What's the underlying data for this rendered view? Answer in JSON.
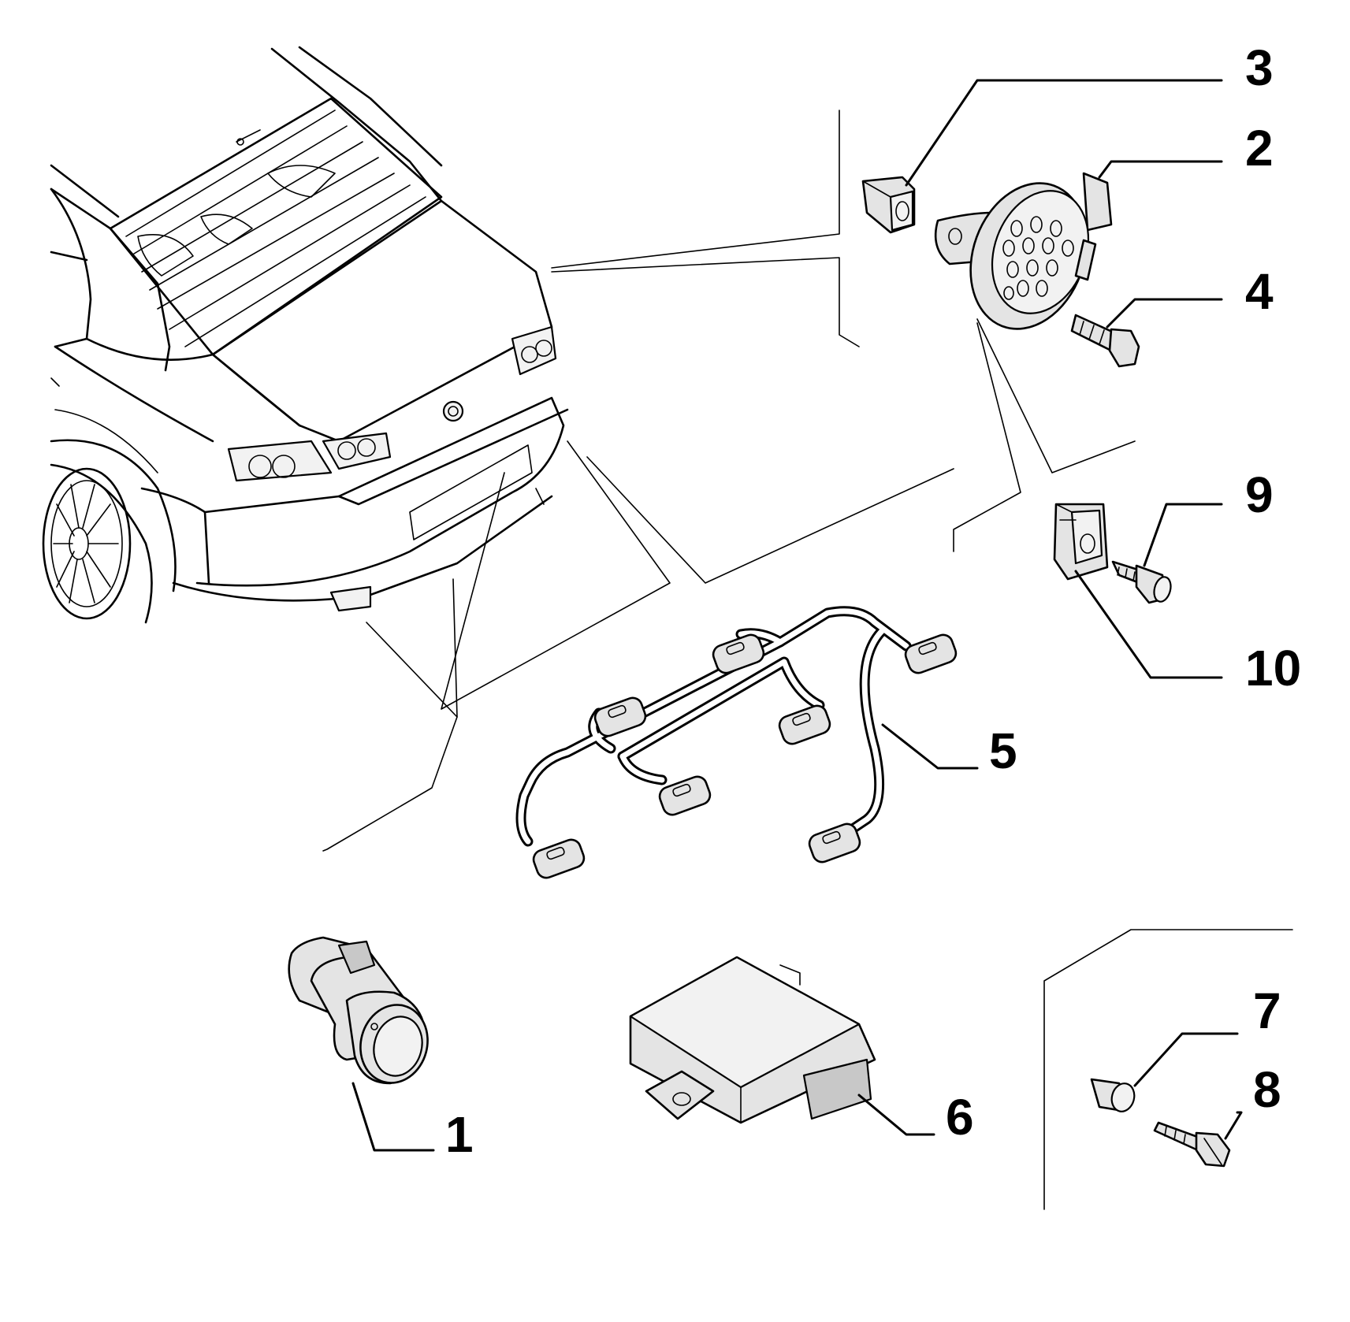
{
  "diagram": {
    "callouts": [
      {
        "id": "part-1",
        "label": "1"
      },
      {
        "id": "part-2",
        "label": "2"
      },
      {
        "id": "part-3",
        "label": "3"
      },
      {
        "id": "part-4",
        "label": "4"
      },
      {
        "id": "part-5",
        "label": "5"
      },
      {
        "id": "part-6",
        "label": "6"
      },
      {
        "id": "part-7",
        "label": "7"
      },
      {
        "id": "part-8",
        "label": "8"
      },
      {
        "id": "part-9",
        "label": "9"
      },
      {
        "id": "part-10",
        "label": "10"
      }
    ],
    "colors": {
      "line": "#000000",
      "background": "#ffffff",
      "part_fill": "#e4e4e4"
    }
  }
}
